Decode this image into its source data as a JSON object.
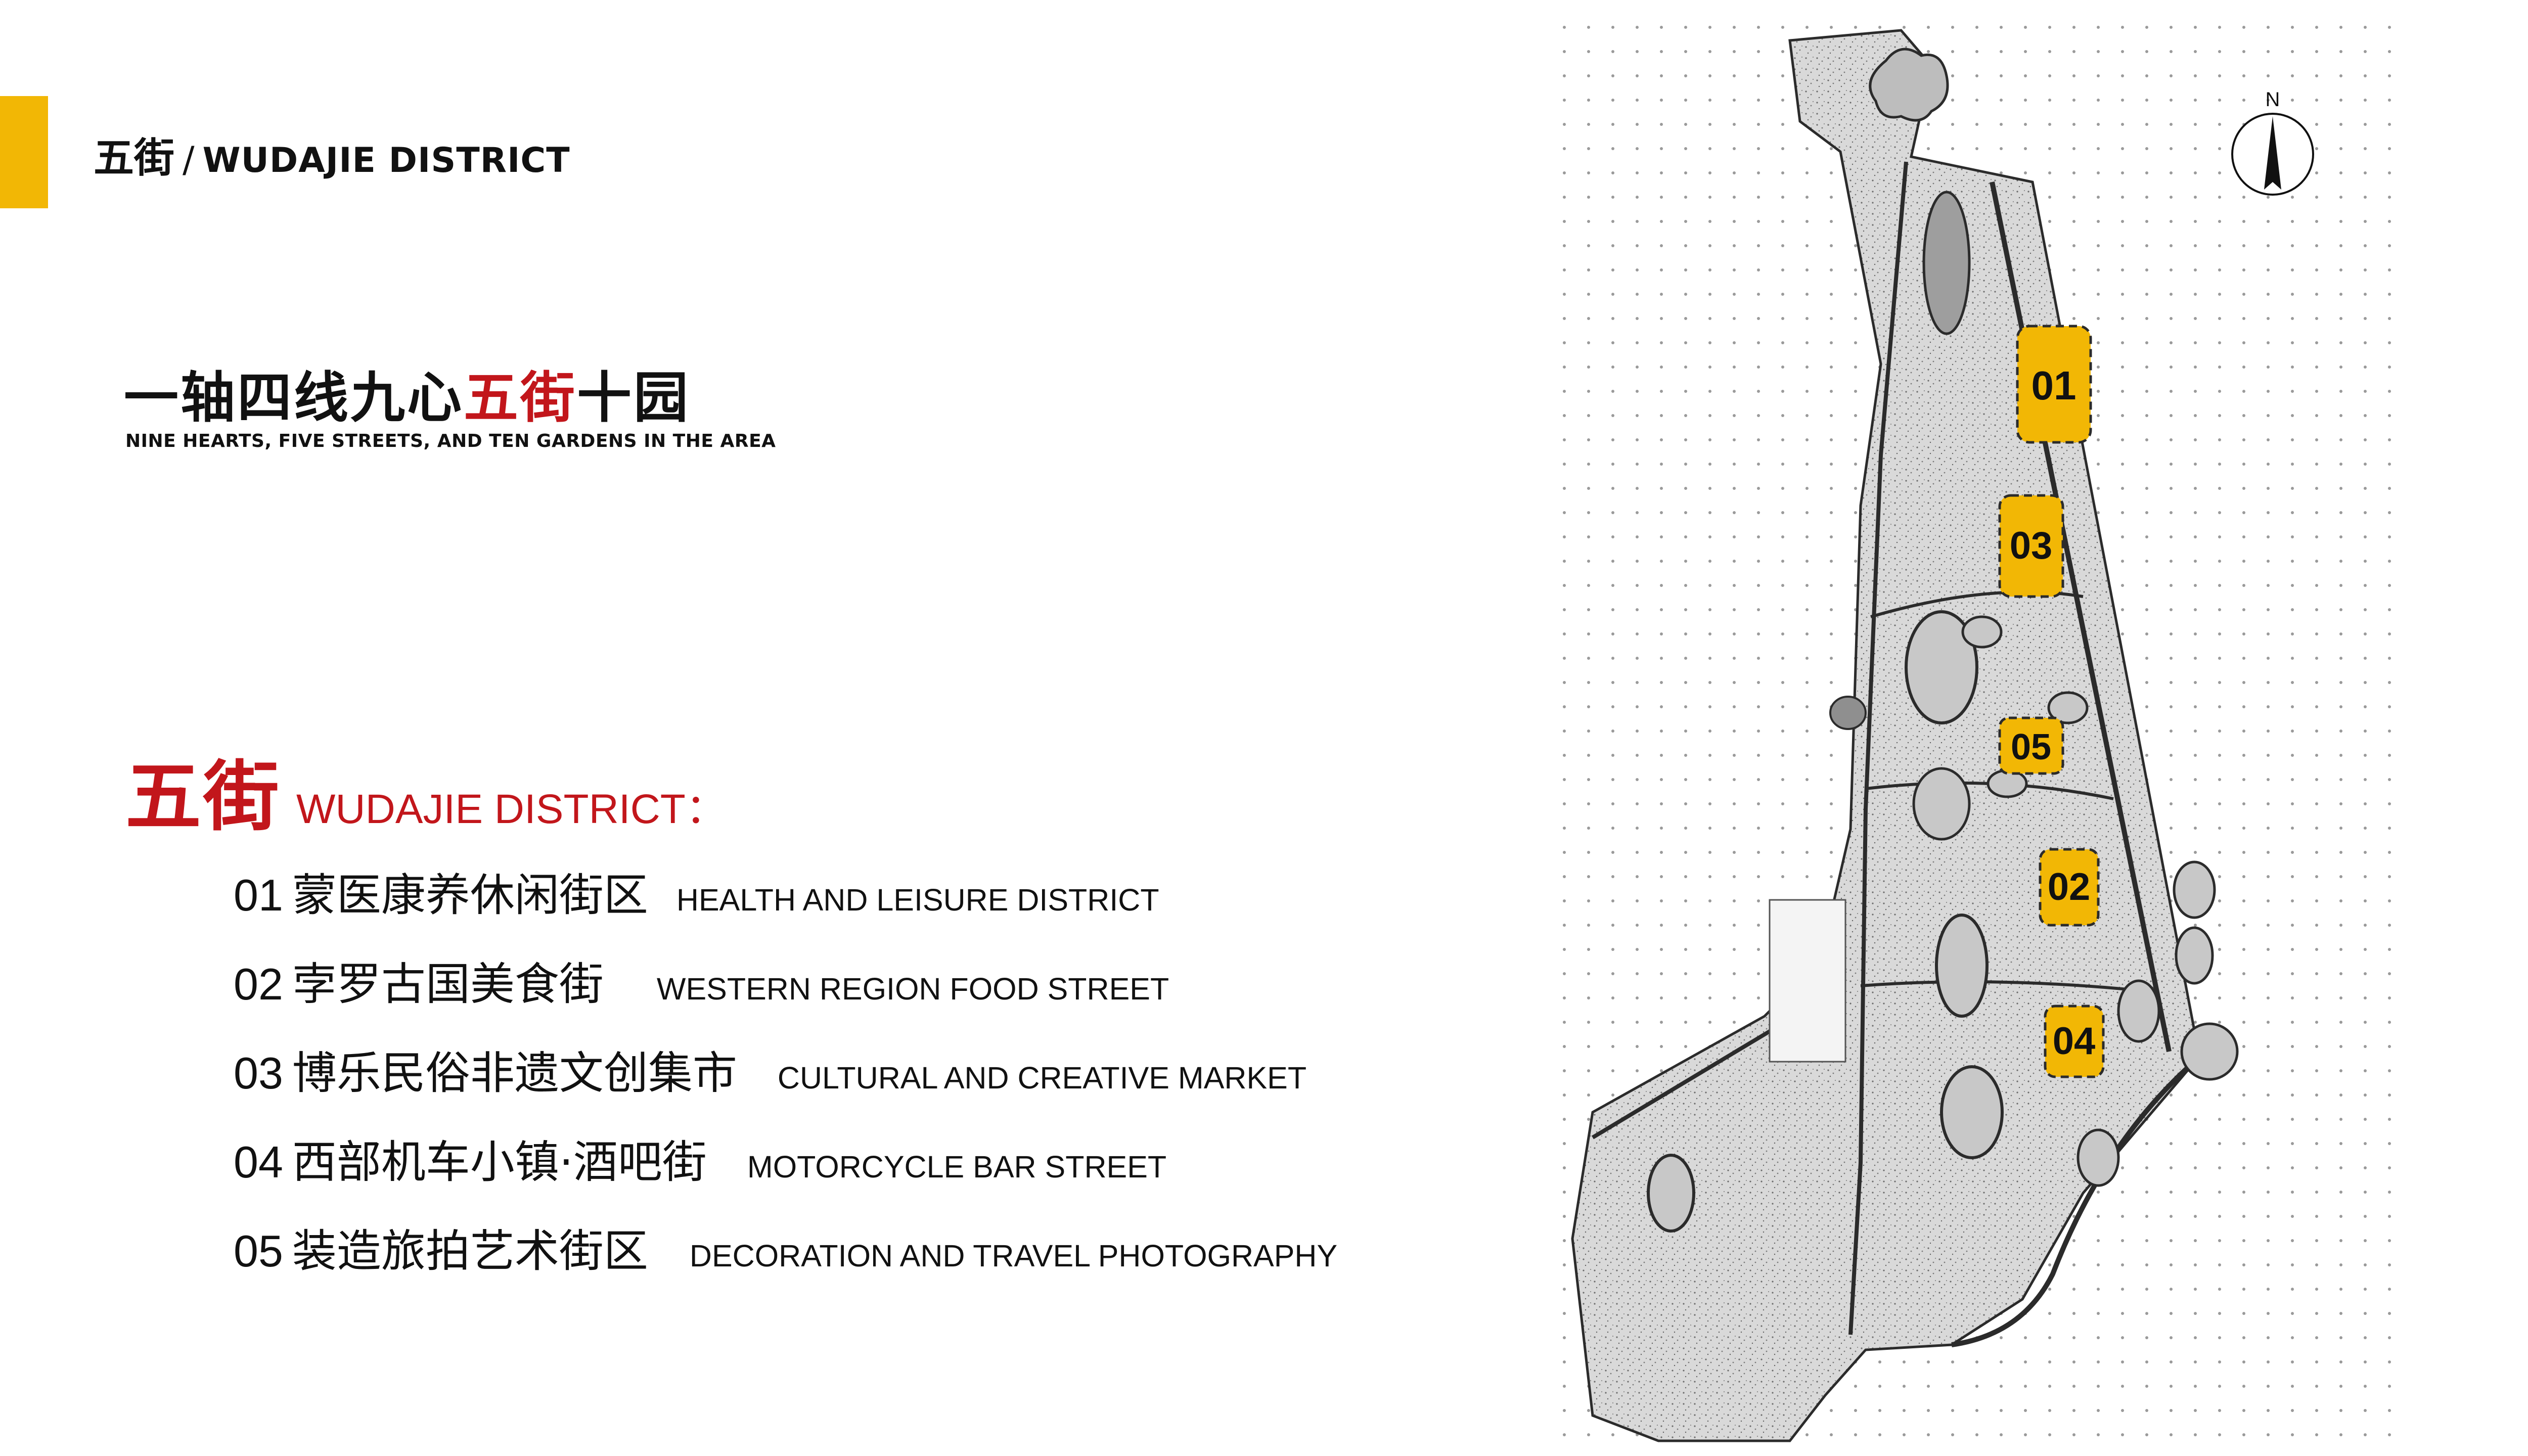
{
  "header": {
    "zh": "五街",
    "slash": "/",
    "en": "WUDAJIE DISTRICT"
  },
  "title": {
    "part1": "一轴四线九心",
    "highlight": "五街",
    "part2": "十园",
    "subtitle": "NINE HEARTS, FIVE STREETS, AND TEN GARDENS IN THE AREA"
  },
  "section": {
    "zh": "五街",
    "en": "WUDAJIE DISTRICT："
  },
  "streets": [
    {
      "num": "01",
      "zh": "蒙医康养休闲街区",
      "en": "HEALTH AND LEISURE DISTRICT"
    },
    {
      "num": "02",
      "zh": "孛罗古国美食街",
      "en": "WESTERN REGION FOOD STREET"
    },
    {
      "num": "03",
      "zh": "博乐民俗非遗文创集市",
      "en": "CULTURAL AND CREATIVE MARKET"
    },
    {
      "num": "04",
      "zh": "西部机车小镇·酒吧街",
      "en": "MOTORCYCLE BAR STREET"
    },
    {
      "num": "05",
      "zh": "装造旅拍艺术街区",
      "en": "DECORATION AND TRAVEL PHOTOGRAPHY"
    }
  ],
  "map": {
    "compass": "N",
    "compass_icon": "north-arrow-icon",
    "markers": [
      {
        "label": "01"
      },
      {
        "label": "03"
      },
      {
        "label": "05"
      },
      {
        "label": "02"
      },
      {
        "label": "04"
      }
    ],
    "colors": {
      "accent": "#f2b705",
      "red": "#c2161b",
      "map_fill": "#d6d6d6",
      "map_line": "#2b2b2b"
    }
  }
}
